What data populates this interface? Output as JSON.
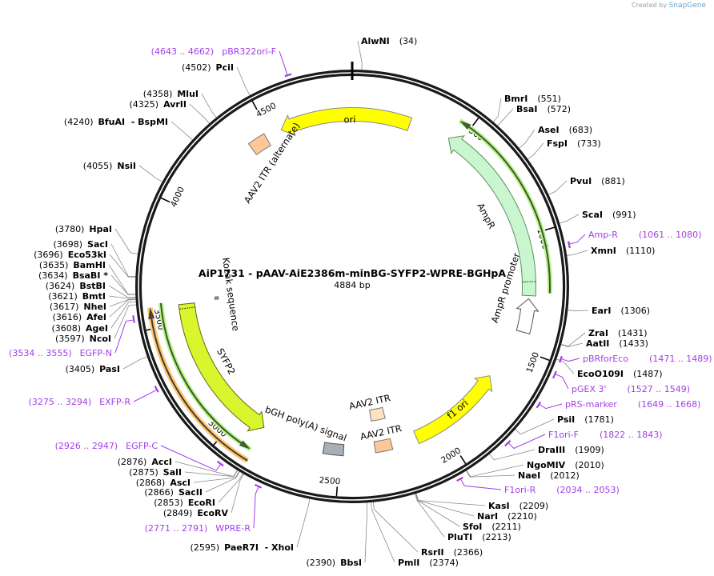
{
  "credit": {
    "prefix": "Created by",
    "brand": "SnapGene"
  },
  "map": {
    "title": "AiP1731 - pAAV-AiE2386m-minBG-SYFP2-WPRE-BGHpA",
    "length": "4884 bp"
  },
  "ticks": [
    "500",
    "1000",
    "1500",
    "2000",
    "2500",
    "3000",
    "3500",
    "4000",
    "4500"
  ],
  "features": [
    {
      "name": "ori",
      "color": "#ffff00"
    },
    {
      "name": "AAV2 ITR (alternate)",
      "color": "#fdc896"
    },
    {
      "name": "AmpR",
      "color": "#c9f6cf"
    },
    {
      "name": "AmpR promoter",
      "color": "#ffffff"
    },
    {
      "name": "f1 ori",
      "color": "#ffff00"
    },
    {
      "name": "AAV2 ITR",
      "color": "#fde2c2"
    },
    {
      "name": "AAV2 ITR",
      "color": "#fdc896"
    },
    {
      "name": "bGH poly(A) signal",
      "color": "#a8afb7"
    },
    {
      "name": "SYFP2",
      "color": "#d9f52e"
    },
    {
      "name": "Kozak sequence",
      "color": "#a8afb7"
    }
  ],
  "enzymes": [
    {
      "name": "AlwNI",
      "pos": "(34)"
    },
    {
      "name": "BmrI",
      "pos": "(551)"
    },
    {
      "name": "BsaI",
      "pos": "(572)"
    },
    {
      "name": "AseI",
      "pos": "(683)"
    },
    {
      "name": "FspI",
      "pos": "(733)"
    },
    {
      "name": "PvuI",
      "pos": "(881)"
    },
    {
      "name": "ScaI",
      "pos": "(991)"
    },
    {
      "name": "XmnI",
      "pos": "(1110)"
    },
    {
      "name": "EarI",
      "pos": "(1306)"
    },
    {
      "name": "ZraI",
      "pos": "(1431)"
    },
    {
      "name": "AatII",
      "pos": "(1433)"
    },
    {
      "name": "EcoO109I",
      "pos": "(1487)"
    },
    {
      "name": "PsiI",
      "pos": "(1781)"
    },
    {
      "name": "DraIII",
      "pos": "(1909)"
    },
    {
      "name": "NgoMIV",
      "pos": "(2010)"
    },
    {
      "name": "NaeI",
      "pos": "(2012)"
    },
    {
      "name": "KasI",
      "pos": "(2209)"
    },
    {
      "name": "NarI",
      "pos": "(2210)"
    },
    {
      "name": "SfoI",
      "pos": "(2211)"
    },
    {
      "name": "PluTI",
      "pos": "(2213)"
    },
    {
      "name": "RsrII",
      "pos": "(2366)"
    },
    {
      "name": "PmlI",
      "pos": "(2374)"
    },
    {
      "name": "BbsI",
      "pos": "(2390)"
    },
    {
      "name": "PaeR7I  - XhoI",
      "pos": "(2595)"
    },
    {
      "name": "EcoRV",
      "pos": "(2849)"
    },
    {
      "name": "EcoRI",
      "pos": "(2853)"
    },
    {
      "name": "SacII",
      "pos": "(2866)"
    },
    {
      "name": "AscI",
      "pos": "(2868)"
    },
    {
      "name": "SalI",
      "pos": "(2875)"
    },
    {
      "name": "AccI",
      "pos": "(2876)"
    },
    {
      "name": "PasI",
      "pos": "(3405)"
    },
    {
      "name": "NcoI",
      "pos": "(3597)"
    },
    {
      "name": "AgeI",
      "pos": "(3608)"
    },
    {
      "name": "AfeI",
      "pos": "(3616)"
    },
    {
      "name": "NheI",
      "pos": "(3617)"
    },
    {
      "name": "BmtI",
      "pos": "(3621)"
    },
    {
      "name": "BstBI",
      "pos": "(3624)"
    },
    {
      "name": "BsaBI *",
      "pos": "(3634)"
    },
    {
      "name": "BamHI",
      "pos": "(3635)"
    },
    {
      "name": "Eco53kI",
      "pos": "(3696)"
    },
    {
      "name": "SacI",
      "pos": "(3698)"
    },
    {
      "name": "HpaI",
      "pos": "(3780)"
    },
    {
      "name": "NsiI",
      "pos": "(4055)"
    },
    {
      "name": "BfuAI  - BspMI",
      "pos": "(4240)"
    },
    {
      "name": "AvrII",
      "pos": "(4325)"
    },
    {
      "name": "MluI",
      "pos": "(4358)"
    },
    {
      "name": "PciI",
      "pos": "(4502)"
    }
  ],
  "primers": [
    {
      "name": "pBR322ori-F",
      "range": "(4643 .. 4662)"
    },
    {
      "name": "Amp-R",
      "range": "(1061 .. 1080)"
    },
    {
      "name": "pBRforEco",
      "range": "(1471 .. 1489)"
    },
    {
      "name": "pGEX 3'",
      "range": "(1527 .. 1549)"
    },
    {
      "name": "pRS-marker",
      "range": "(1649 .. 1668)"
    },
    {
      "name": "F1ori-F",
      "range": "(1822 .. 1843)"
    },
    {
      "name": "F1ori-R",
      "range": "(2034 .. 2053)"
    },
    {
      "name": "WPRE-R",
      "range": "(2771 .. 2791)"
    },
    {
      "name": "EGFP-C",
      "range": "(2926 .. 2947)"
    },
    {
      "name": "EXFP-R",
      "range": "(3275 .. 3294)"
    },
    {
      "name": "EGFP-N",
      "range": "(3534 .. 3555)"
    }
  ],
  "colors": {
    "primer": "#a23ee8",
    "ring": "#1a1a1a",
    "leader": "#8a8a8a"
  }
}
